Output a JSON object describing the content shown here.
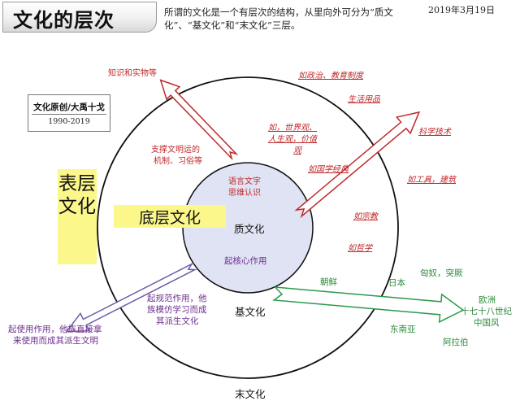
{
  "header": {
    "title": "文化的层次",
    "intro": "所谓的文化是一个有层次的结构，从里向外可分为“质文化”、“基文化”和“末文化”三层。",
    "date": "2019年3月19日"
  },
  "credit": {
    "name": "文化原创/大禹十戈",
    "years": "1990-2019"
  },
  "layers": {
    "surface": "表层文化",
    "deep": "底层文化",
    "core": "质文化",
    "base": "基文化",
    "outer": "末文化"
  },
  "core_items": {
    "lang_line1": "语言文字",
    "lang_line2": "思维认识",
    "cohesion": "起核心作用"
  },
  "red_labels": {
    "knowledge": "知识和实物等",
    "support_line1": "支撑文明运的",
    "support_line2": "机制、习俗等",
    "politics": "如政治、教育制度",
    "life": "生活用品",
    "worldview_line1": "如，世界观、",
    "worldview_line2": "人生观，价值",
    "worldview_line3": "观",
    "science": "科学技术",
    "classics": "如国学经典",
    "tools": "如工具，建筑",
    "religion": "如宗教",
    "philosophy": "如哲学"
  },
  "green_labels": {
    "korea": "朝鲜",
    "japan": "日本",
    "xiongnu": "匈奴，突厥",
    "europe_line1": "欧洲",
    "europe_line2": "十七十八世纪",
    "europe_line3": "中国风",
    "southeast_asia": "东南亚",
    "arabia": "阿拉伯"
  },
  "purple_labels": {
    "norm_line1": "起规范作用，他",
    "norm_line2": "族模仿学习而成",
    "norm_line3": "其派生文化",
    "use_line1": "起使用作用，他族直接拿",
    "use_line2": "来使用而成其派生文明"
  },
  "colors": {
    "red_arrow": "#c0282b",
    "green_arrow": "#2a9a4a",
    "purple_arrow": "#6e5ba8",
    "inner_circle": "#dfe3f3",
    "highlight": "#fbf78a"
  }
}
